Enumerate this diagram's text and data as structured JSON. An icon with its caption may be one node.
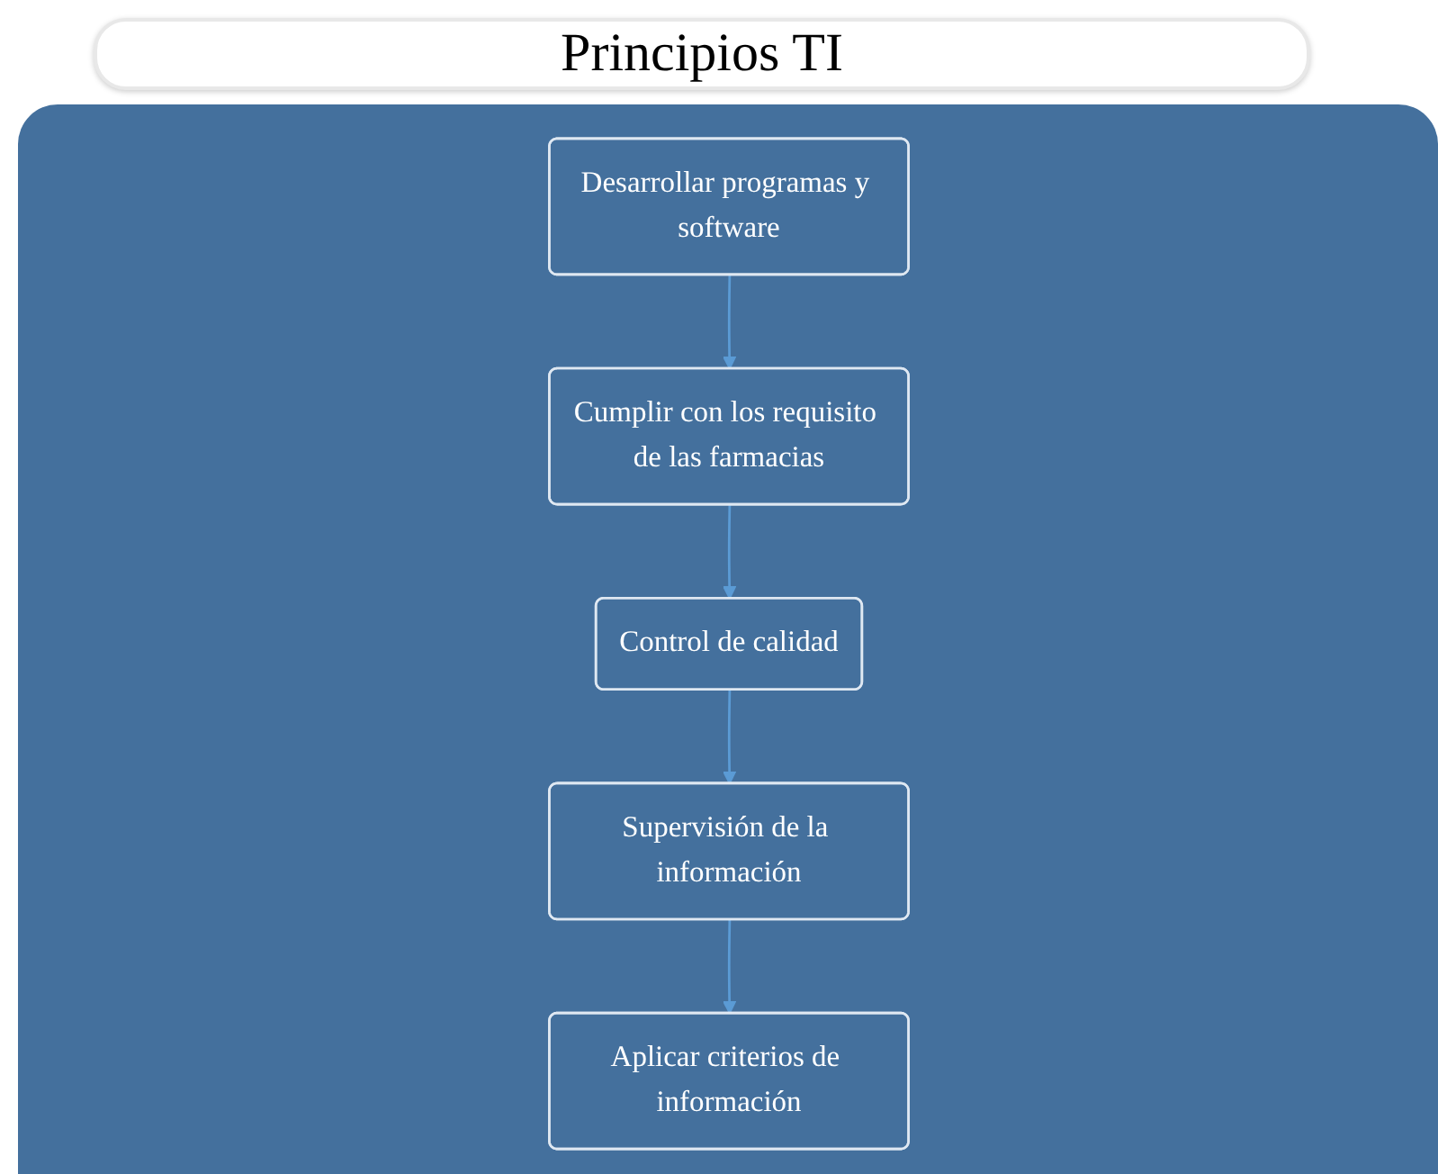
{
  "diagram": {
    "title": "Principios TI",
    "nodes": [
      {
        "text": [
          "Desarrollar programas y software"
        ]
      },
      {
        "text": [
          "Cumplir con los requisito de las farmacias"
        ]
      },
      {
        "text": [
          "Control de calidad"
        ]
      },
      {
        "text": [
          "Supervisión de la información"
        ]
      },
      {
        "text": [
          "Aplicar criterios de información"
        ]
      }
    ],
    "edges": [
      {
        "from": 0,
        "to": 1,
        "arrow": "to"
      },
      {
        "from": 1,
        "to": 2,
        "arrow": "to"
      },
      {
        "from": 2,
        "to": 3,
        "arrow": "to"
      },
      {
        "from": 3,
        "to": 4,
        "arrow": "to"
      }
    ]
  }
}
